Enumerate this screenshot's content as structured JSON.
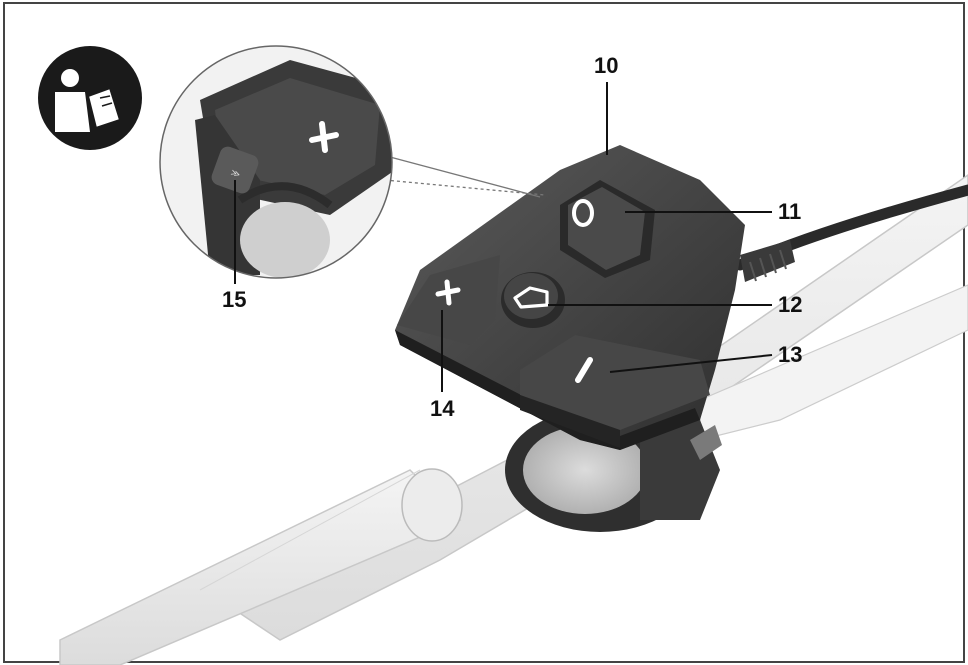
{
  "callouts": [
    {
      "id": "10",
      "text": "10"
    },
    {
      "id": "11",
      "text": "11"
    },
    {
      "id": "12",
      "text": "12"
    },
    {
      "id": "13",
      "text": "13"
    },
    {
      "id": "14",
      "text": "14"
    },
    {
      "id": "15",
      "text": "15"
    }
  ],
  "icons": {
    "manual": "read-manual-icon",
    "plus": "plus-icon",
    "power": "power-icon",
    "home": "home-icon",
    "minus": "minus-icon",
    "walk_assist": "walk-assist-icon"
  },
  "colors": {
    "frame": "#444444",
    "background": "#ffffff",
    "remote_body": "#3f3f3f",
    "remote_dark": "#2b2b2b",
    "remote_light": "#5a5a5a",
    "handlebar": "#fafafa",
    "label": "#111111"
  }
}
